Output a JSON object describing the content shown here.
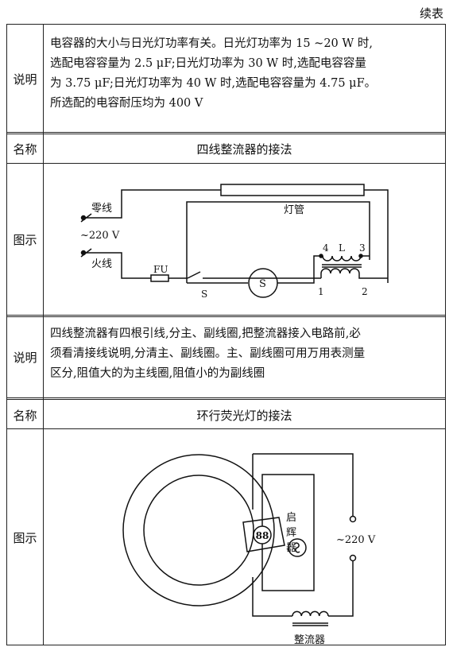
{
  "header": {
    "continued": "续表"
  },
  "rows": {
    "note1": {
      "label": "说明",
      "lines": [
        "电容器的大小与日光灯功率有关。日光灯功率为 15 ~20 W 时,",
        "选配电容容量为 2.5 μF;日光灯功率为 30 W 时,选配电容容量",
        "为 3.75 μF;日光灯功率为 40 W 时,选配电容容量为 4.75 μF。",
        "所选配的电容耐压均为 400 V"
      ]
    },
    "name1": {
      "label": "名称",
      "title": "四线整流器的接法"
    },
    "fig1": {
      "label": "图示",
      "neutral": "零线",
      "voltage": "~220 V",
      "live": "火线",
      "fuse": "FU",
      "switch": "S",
      "tube": "灯管",
      "starter": "S",
      "n4": "4",
      "nL": "L",
      "n3": "3",
      "n1": "1",
      "n2": "2"
    },
    "note2": {
      "label": "说明",
      "lines": [
        "四线整流器有四根引线,分主、副线圈,把整流器接入电路前,必",
        "须看清接线说明,分清主、副线圈。主、副线圈可用万用表测量",
        "区分,阻值大的为主线圈,阻值小的为副线圈"
      ]
    },
    "name2": {
      "label": "名称",
      "title": "环行荧光灯的接法"
    },
    "fig2": {
      "label": "图示",
      "socket": "88",
      "starter": [
        "启",
        "辉",
        "器"
      ],
      "voltage": "~220 V",
      "ballast": "整流器"
    }
  }
}
